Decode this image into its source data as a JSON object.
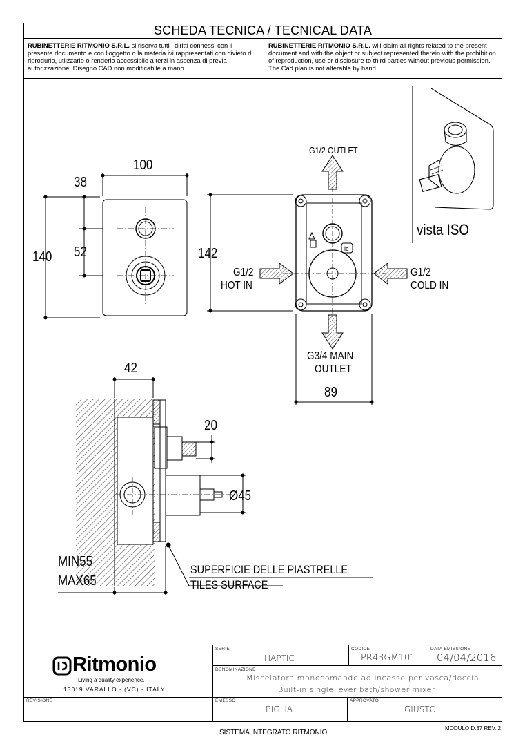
{
  "header": {
    "title": "SCHEDA TECNICA / TECNICAL DATA",
    "legal_it_company": "RUBINETTERIE RITMONIO S.R.L.",
    "legal_it_text": " si riserva tutti i diritti connessi con il presente documento e con l'oggetto o la materia ivi rappresentati con divieto di riprodurlo, utlizzarlo o renderlo accessibile a terzi in assenza di previa autorizzazione. Disegno CAD non modificabile a mano",
    "legal_en_company": "RUBINETTERIE RITMONIO S.R.L.",
    "legal_en_text": " will claim all rights related to the present document and with the object or subject represented therein with the prohibition  of reproduction, use or disclosure to third parties without previous permission.  The Cad plan is not alterable by hand"
  },
  "drawing": {
    "front_view": {
      "width": "100",
      "offset": "38",
      "height": "140",
      "spacing": "52"
    },
    "box_view": {
      "height": "142",
      "width": "89",
      "top_outlet": "G1/2 OUTLET",
      "hot_in_1": "G1/2",
      "hot_in_2": "HOT IN",
      "cold_in_1": "G1/2",
      "cold_in_2": "COLD IN",
      "main_outlet_1": "G3/4 MAIN",
      "main_outlet_2": "OUTLET"
    },
    "iso_label": "vista ISO",
    "side_view": {
      "depth": "42",
      "stem": "20",
      "diameter": "Ø45",
      "min": "MIN55",
      "max": "MAX65",
      "surface_it": "SUPERFICIE DELLE PIASTRELLE",
      "surface_en": "TILES SURFACE"
    }
  },
  "titleblock": {
    "brand": "Ritmonio",
    "tagline": "Living a quality experience.",
    "address": "13019 VARALLO - (VC) - ITALY",
    "serie_label": "SERIE",
    "serie": "HAPTIC",
    "codice_label": "CODICE",
    "codice": "PR43GM101",
    "data_label": "DATA  EMISSIONE",
    "data": "04/04/2016",
    "denominazione_label": "DENOMINAZIONE",
    "denominazione_1": "Miscelatore monocomando ad incasso per vasca/doccia",
    "denominazione_2": "Built-in single lever bath/shower mixer",
    "revisione_label": "REVISIONE",
    "revisione": "–",
    "emesso_label": "EMESSO",
    "emesso": "BIGLIA",
    "approvato_label": "APPROVATO",
    "approvato": "GIUSTO"
  },
  "footer": {
    "system": "SISTEMA INTEGRATO RITMONIO",
    "module": "MODULO D.37 REV. 2"
  }
}
